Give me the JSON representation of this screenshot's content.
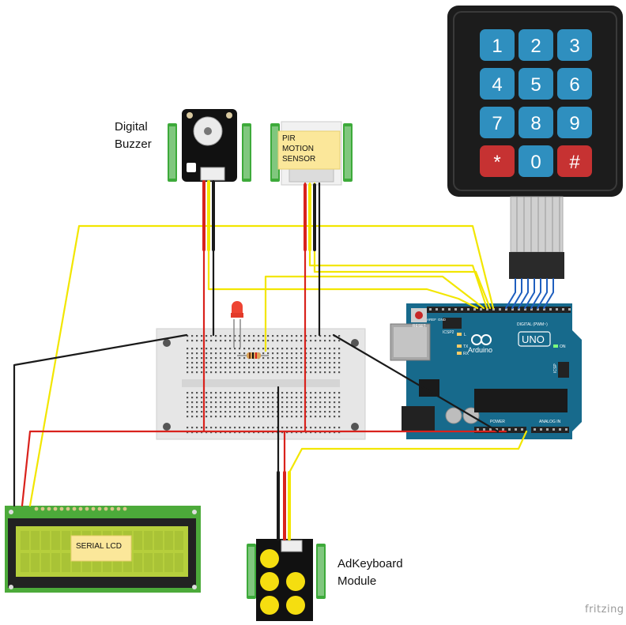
{
  "labels": {
    "buzzer_line1": "Digital",
    "buzzer_line2": "Buzzer",
    "adkeyboard_line1": "AdKeyboard",
    "adkeyboard_line2": "Module",
    "pir_note": [
      "PIR",
      "MOTION",
      "SENSOR"
    ],
    "lcd_note": "SERIAL LCD",
    "watermark": "fritzing"
  },
  "keypad": {
    "keys": [
      "1",
      "2",
      "3",
      "4",
      "5",
      "6",
      "7",
      "8",
      "9",
      "*",
      "0",
      "#"
    ]
  },
  "arduino": {
    "brand": "Arduino",
    "model": "UNO",
    "reset_label": "RESET",
    "icsp2_label": "ICSP2",
    "icsp_label": "ICSP",
    "digital_label": "DIGITAL (PWM~)",
    "power_label": "POWER",
    "analog_label": "ANALOG IN",
    "tx_label": "TX",
    "rx_label": "RX",
    "l_label": "L",
    "on_label": "ON",
    "aref_label": "AREF",
    "gnd_label": "GND"
  },
  "colors": {
    "wire_red": "#d9221c",
    "wire_black": "#1a1a1a",
    "wire_yellow": "#f2e600",
    "wire_blue": "#1f5fbf",
    "arduino_board": "#176a8c",
    "lcd_pcb": "#4caa3a",
    "lcd_screen": "#b6cf3c",
    "breadboard": "#e6e6e6",
    "keypad_body": "#1c1c1c",
    "key_blue": "#2f8fbf",
    "key_red": "#c63232",
    "module_green": "#3daa3a",
    "button_yellow": "#f5de10",
    "note_yellow": "#fbe79a"
  }
}
